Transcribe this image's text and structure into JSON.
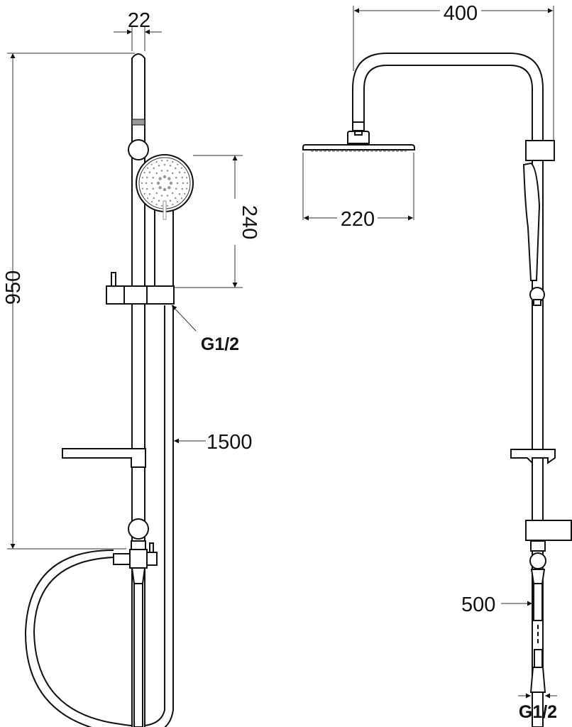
{
  "dimensions": {
    "rail_diameter": "22",
    "total_height": "950",
    "hand_shower_length": "240",
    "hand_shower_thread": "G1/2",
    "hose_length": "1500",
    "arm_reach": "400",
    "head_diameter": "220",
    "inlet_hose_length": "500",
    "inlet_thread": "G1/2"
  },
  "colors": {
    "line": "#111111",
    "dimension": "#333333",
    "ring": "#999999"
  }
}
